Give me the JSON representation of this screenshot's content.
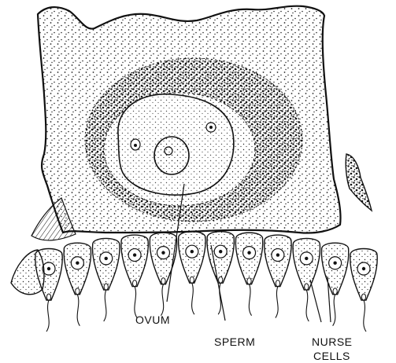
{
  "labels": {
    "ovum": "OVUM",
    "sperm": "SPERM",
    "nurse_line1": "NURSE",
    "nurse_line2": "CELLS"
  },
  "colors": {
    "ink": "#111111",
    "paper": "#ffffff",
    "stipple": "#222222"
  }
}
